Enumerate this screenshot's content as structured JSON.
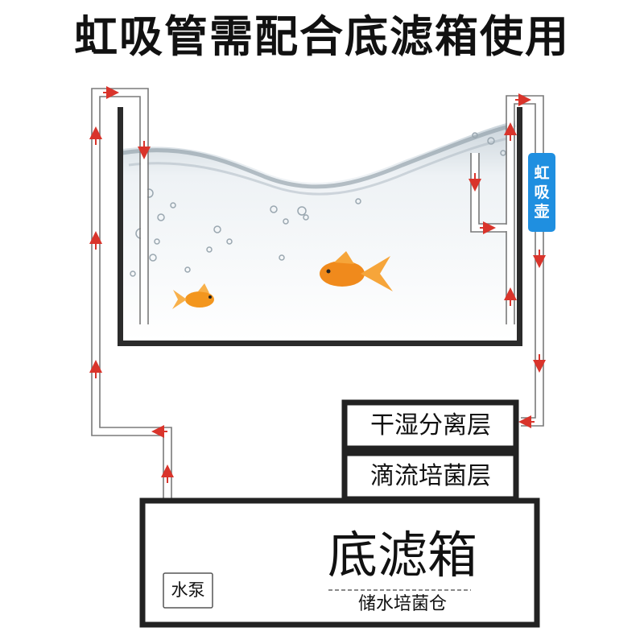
{
  "title": "虹吸管需配合底滤箱使用",
  "siphon_pot": {
    "chars": [
      "虹",
      "吸",
      "壶"
    ]
  },
  "layers": {
    "dry_wet": "干湿分离层",
    "drip": "滴流培菌层"
  },
  "sump": {
    "label": "底滤箱",
    "sublabel": "储水培菌仓"
  },
  "pump": {
    "label": "水泵"
  },
  "colors": {
    "wall": "#2b2b2b",
    "pipe": "#7a7a7a",
    "arrow": "#d9342b",
    "siphon_pot": "#1f8fe0",
    "water": "#eef3f6",
    "goldfish": "#f08a1c"
  }
}
